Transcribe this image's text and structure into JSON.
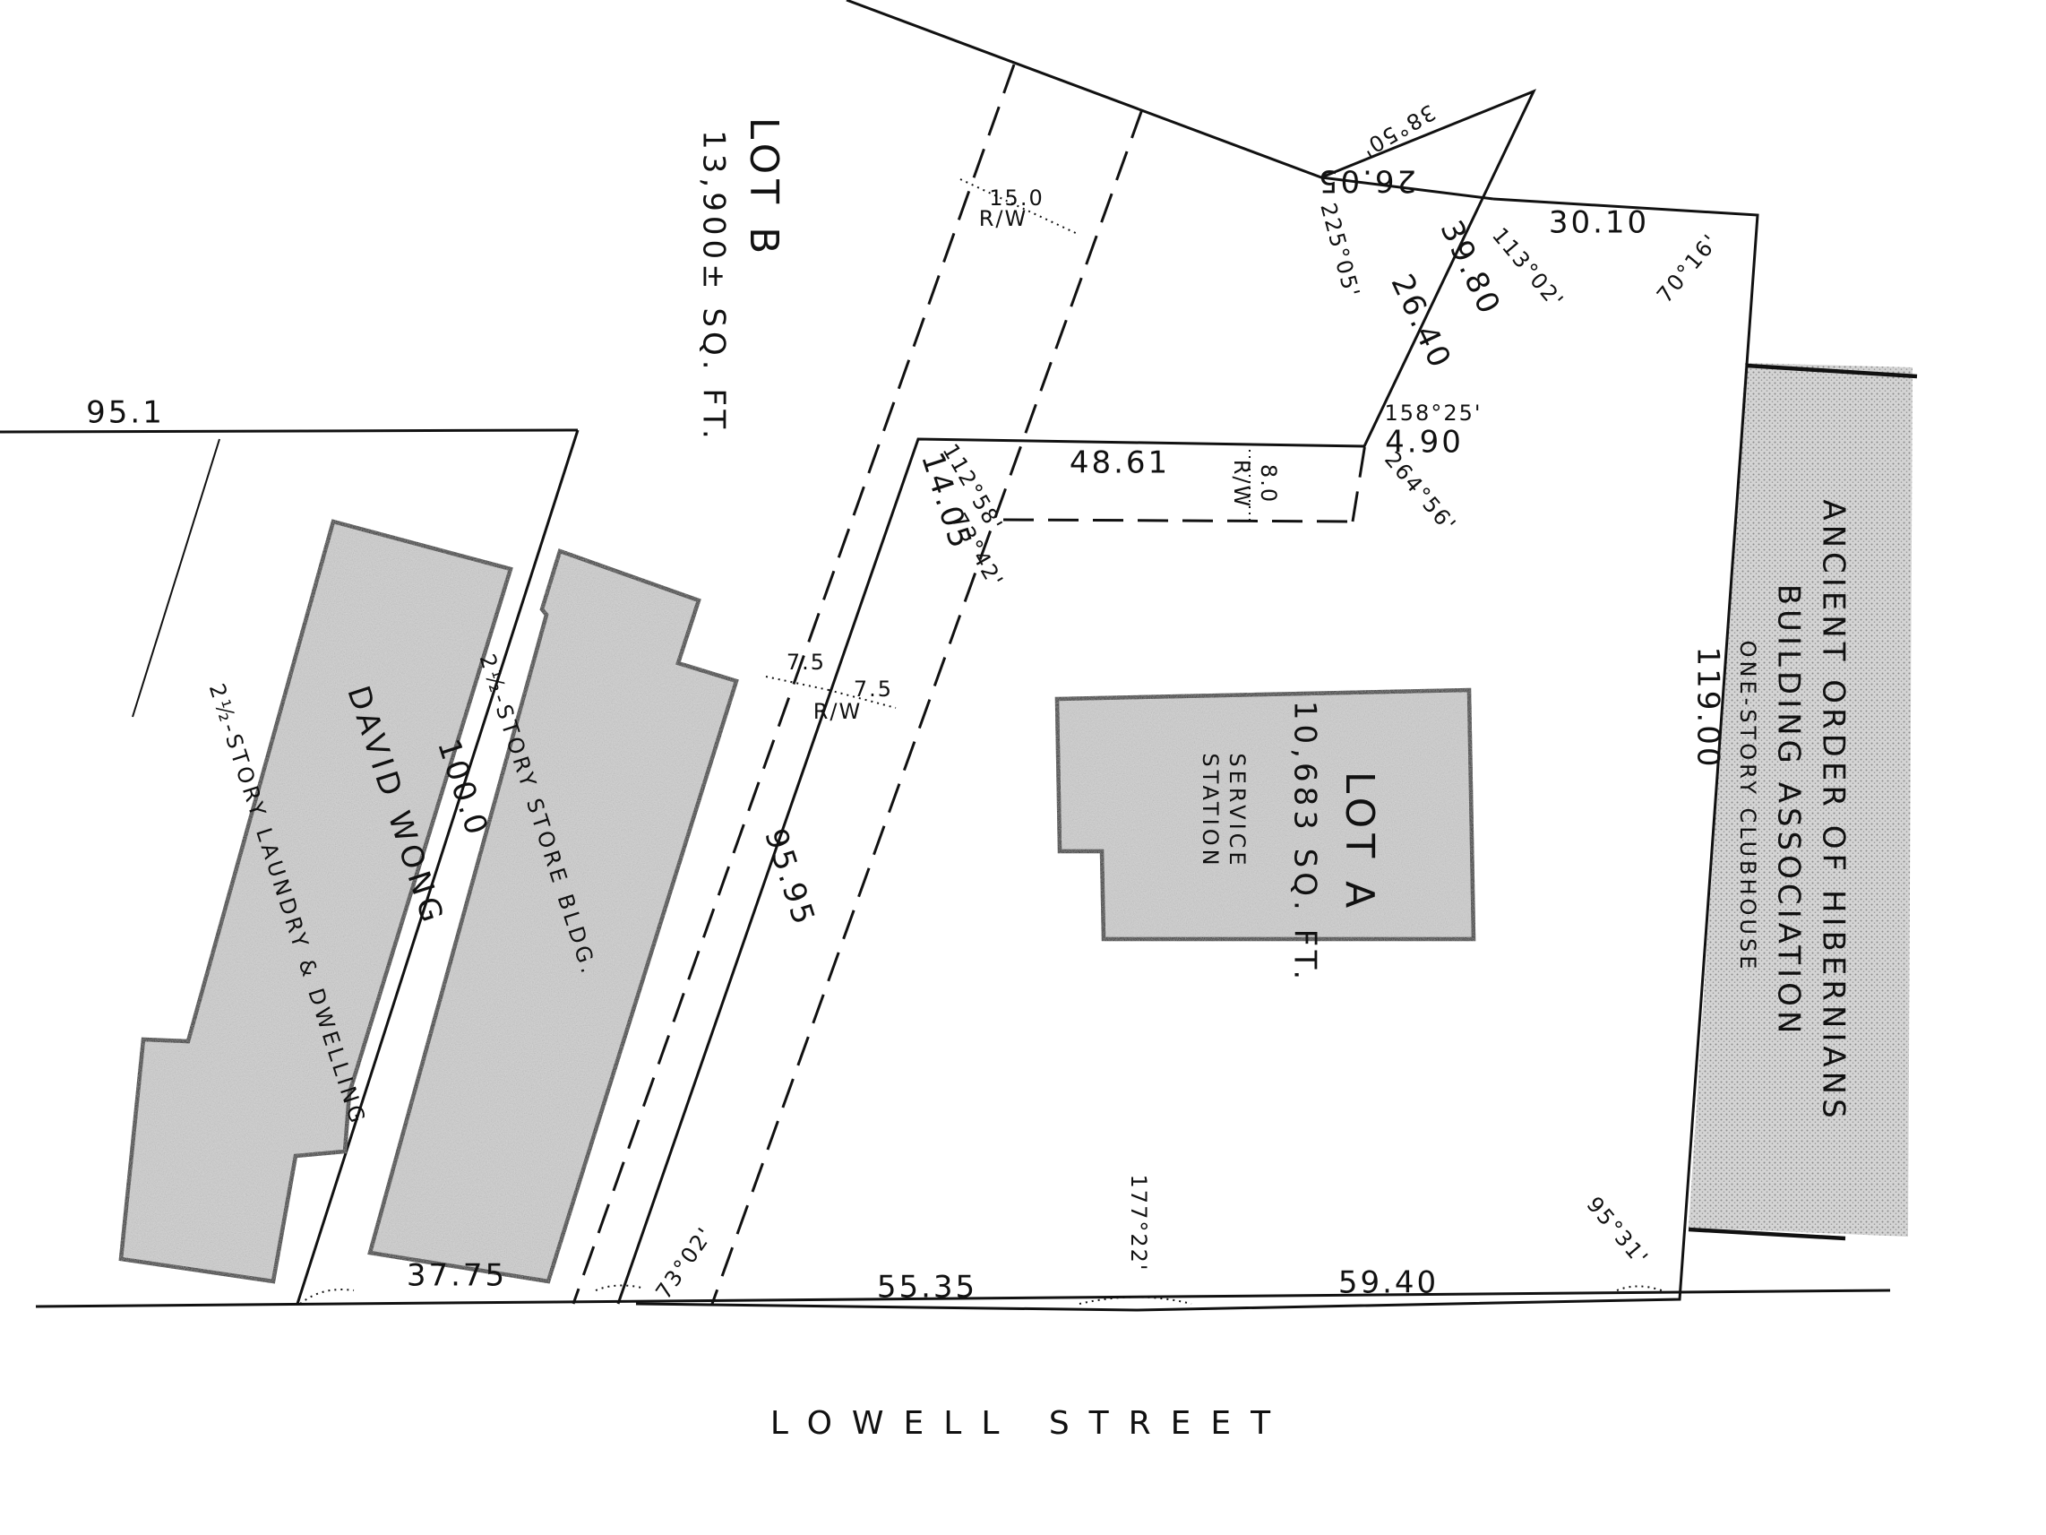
{
  "street": {
    "name": "LOWELL STREET"
  },
  "lots": {
    "lot_b": {
      "label": "LOT B",
      "area": "13,900± SQ. FT."
    },
    "lot_a": {
      "label": "LOT A",
      "area": "10,683 SQ. FT."
    }
  },
  "buildings": {
    "wong": {
      "owner": "DAVID WONG",
      "description": "2½-STORY LAUNDRY & DWELLING"
    },
    "store": {
      "description": "2½-STORY STORE BLDG."
    },
    "station": {
      "description_line1": "SERVICE",
      "description_line2": "STATION"
    },
    "clubhouse": {
      "description": "ONE-STORY CLUBHOUSE"
    }
  },
  "neighbor": {
    "line1": "ANCIENT ORDER OF HIBERNIANS",
    "line2": "BUILDING ASSOCIATION"
  },
  "dimensions": {
    "top_left": "95.1",
    "side_wong": "100.0",
    "frontage_left": "37.75",
    "frontage_mid": "55.35",
    "frontage_right": "59.40",
    "lot_a_west": "95.95",
    "lot_a_north": "48.61",
    "short_side": "14.05",
    "notch": "4.90",
    "diag_1": "26.40",
    "diag_2": "39.80",
    "diag_3": "26.05",
    "top_right": "30.10",
    "east": "119.00"
  },
  "right_of_way": {
    "main": "15.0",
    "main_rw": "R/W",
    "left": "7.5",
    "right": "7.5",
    "lower_rw": "R/W",
    "north": "8.0",
    "north_rw": "R/W"
  },
  "angles": {
    "a1": "112°58'",
    "a2": "73°42'",
    "a3": "158°25'",
    "a4": "264°56'",
    "a5": "225°05'",
    "a6": "38°50'",
    "a7": "113°02'",
    "a8": "70°16'",
    "a9": "73°02'",
    "a10": "177°22'",
    "a11": "95°31'"
  },
  "colors": {
    "ink": "#111111",
    "shading": "#cfcfcf",
    "paper": "#ffffff"
  }
}
